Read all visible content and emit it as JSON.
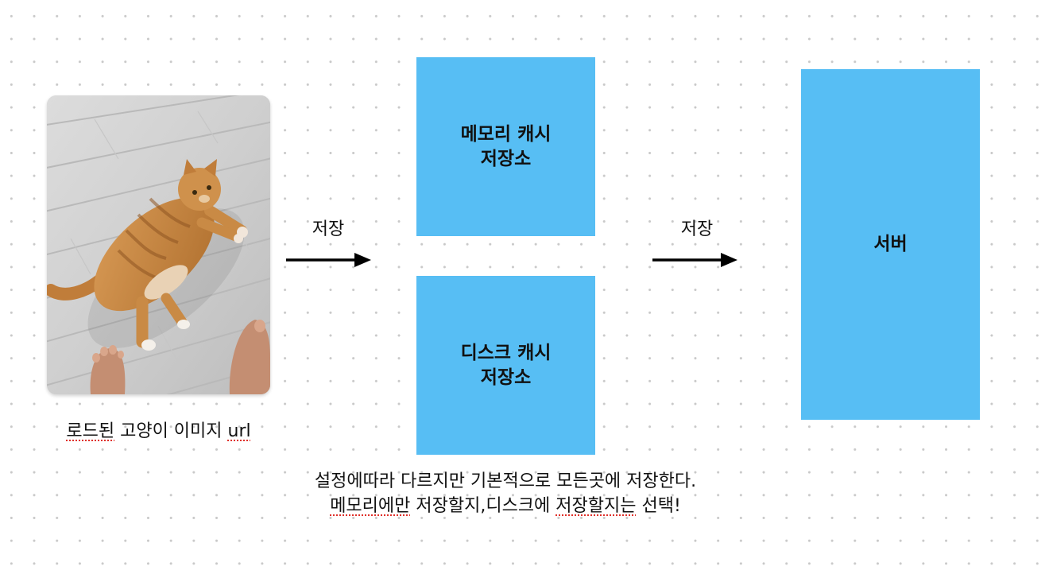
{
  "image": {
    "caption_part1": "로드된",
    "caption_part2": " 고양이 이미지 ",
    "caption_part3": "url"
  },
  "arrows": [
    {
      "label": "저장"
    },
    {
      "label": "저장"
    }
  ],
  "boxes": {
    "memory_cache": "메모리 캐시\n저장소",
    "disk_cache": "디스크 캐시\n저장소",
    "server": "서버"
  },
  "note": {
    "line1": "설정에따라 다르지만 기본적으로 모든곳에 저장한다.",
    "line2_part1": "메모리에만",
    "line2_part2": " 저장할지,디스크에 ",
    "line2_part3": "저장할지는",
    "line2_part4": " 선택!"
  },
  "colors": {
    "box_fill": "#57bef4",
    "arrow": "#000000",
    "spell_underline": "#e0302a"
  },
  "icons": {
    "photo": "cat-photo"
  }
}
